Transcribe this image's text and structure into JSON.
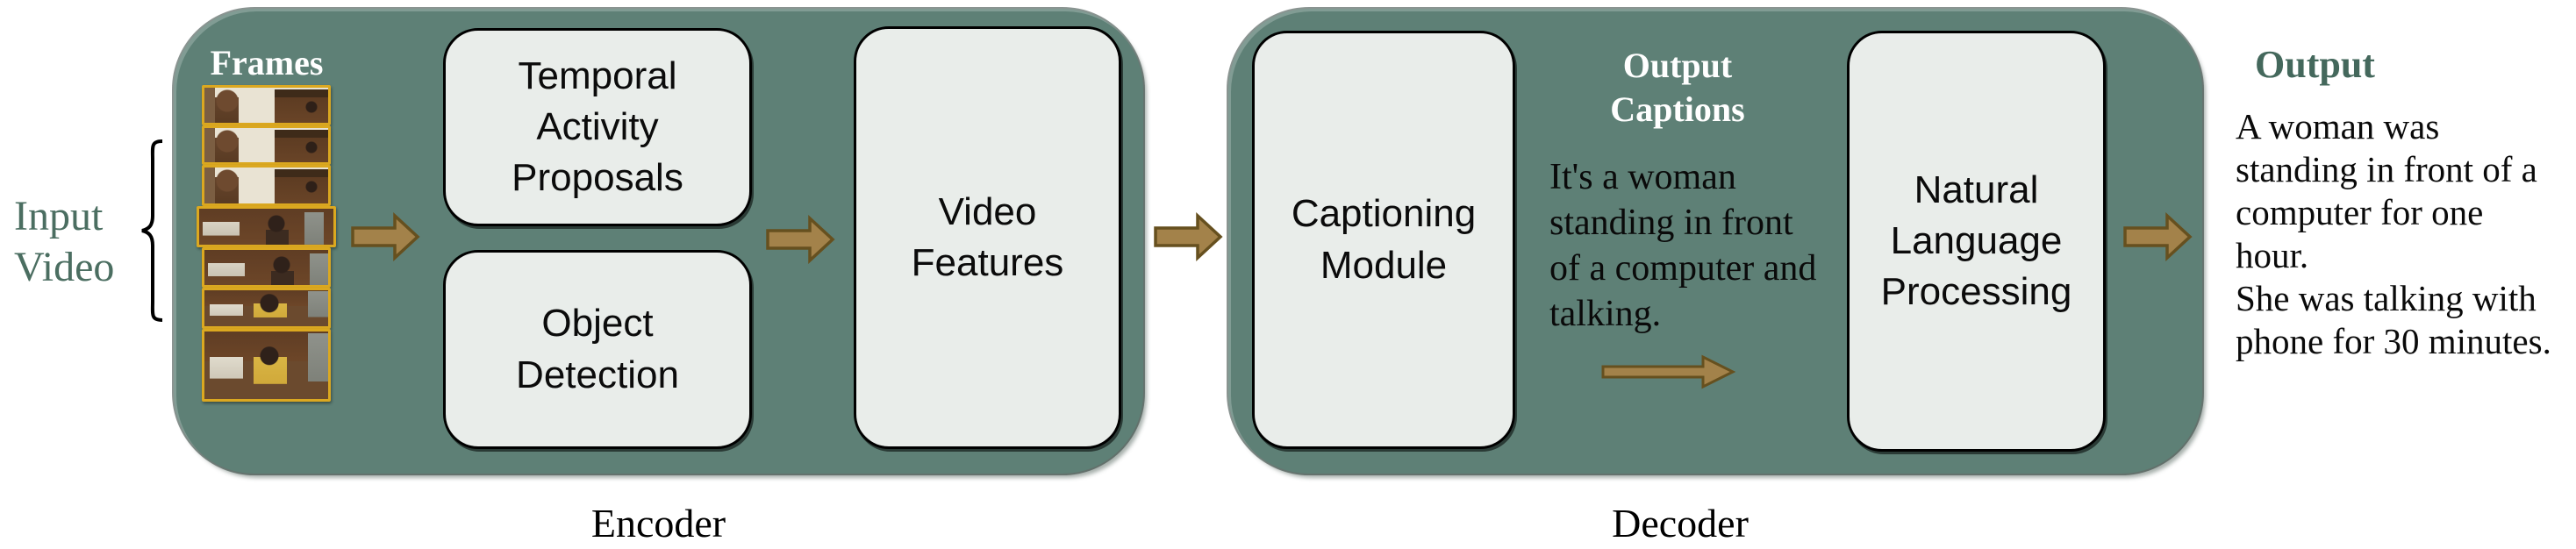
{
  "diagram": {
    "title_semantic": "Dense video captioning pipeline",
    "input": {
      "label": "Input\nVideo",
      "frames_label": "Frames",
      "frame_count": 7
    },
    "encoder": {
      "section_label": "Encoder",
      "boxes": {
        "temporal_activity_proposals": "Temporal\nActivity\nProposals",
        "object_detection": "Object\nDetection",
        "video_features": "Video\nFeatures"
      }
    },
    "decoder": {
      "section_label": "Decoder",
      "boxes": {
        "captioning_module": "Captioning\nModule",
        "natural_language_processing": "Natural\nLanguage\nProcessing"
      },
      "output_captions_heading": "Output\nCaptions",
      "output_captions_text": "It's a woman\nstanding in front\nof a computer and\ntalking."
    },
    "output": {
      "heading": "Output",
      "text": "A woman was\nstanding in front of a\ncomputer for one\nhour.\nShe was talking with\nphone for 30 minutes."
    },
    "colors": {
      "container_green": "#5E8076",
      "box_fill": "#E9EDEA",
      "box_border": "#000000",
      "arrow_fill": "#A3824A",
      "arrow_stroke": "#66501F",
      "frame_border": "#DBA820",
      "heading_green": "#44685C",
      "heading_white": "#FFFFFF",
      "body_text": "#000000"
    }
  }
}
